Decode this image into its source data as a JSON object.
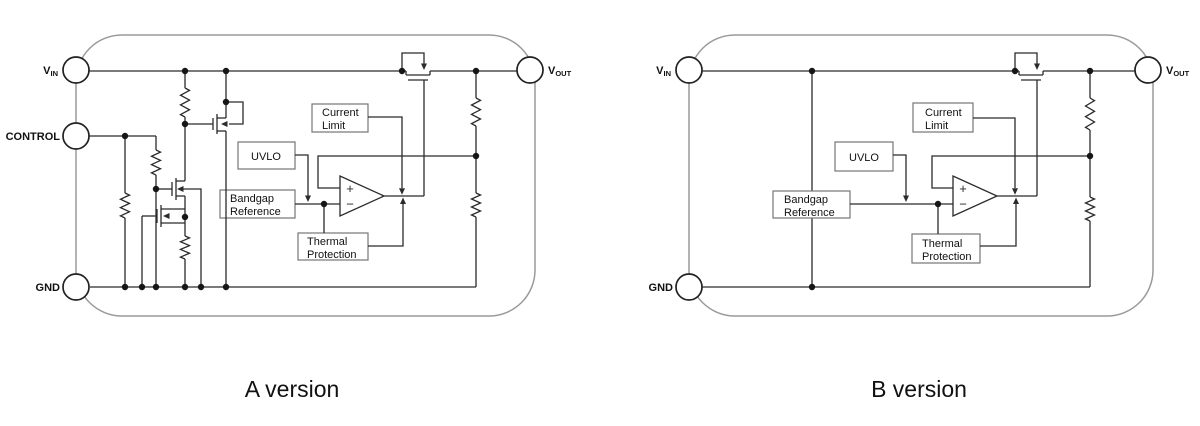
{
  "captions": {
    "a": "A version",
    "b": "B version"
  },
  "diagram_a": {
    "pins": {
      "vin": {
        "base": "V",
        "sub": "IN"
      },
      "control": {
        "base": "CONTROL"
      },
      "gnd": {
        "base": "GND"
      },
      "vout": {
        "base": "V",
        "sub": "OUT"
      }
    },
    "blocks": {
      "current_limit": {
        "line1": "Current",
        "line2": "Limit"
      },
      "uvlo": {
        "line1": "UVLO"
      },
      "bandgap": {
        "line1": "Bandgap",
        "line2": "Reference"
      },
      "thermal": {
        "line1": "Thermal",
        "line2": "Protection"
      }
    },
    "amp": {
      "plus": "+",
      "minus": "−"
    }
  },
  "diagram_b": {
    "pins": {
      "vin": {
        "base": "V",
        "sub": "IN"
      },
      "gnd": {
        "base": "GND"
      },
      "vout": {
        "base": "V",
        "sub": "OUT"
      }
    },
    "blocks": {
      "current_limit": {
        "line1": "Current",
        "line2": "Limit"
      },
      "uvlo": {
        "line1": "UVLO"
      },
      "bandgap": {
        "line1": "Bandgap",
        "line2": "Reference"
      },
      "thermal": {
        "line1": "Thermal",
        "line2": "Protection"
      }
    },
    "amp": {
      "plus": "+",
      "minus": "−"
    }
  },
  "colors": {
    "wire": "#2b2b2b",
    "ic_outline": "#9a9a9a",
    "box_border": "#767676",
    "text": "#111111"
  }
}
